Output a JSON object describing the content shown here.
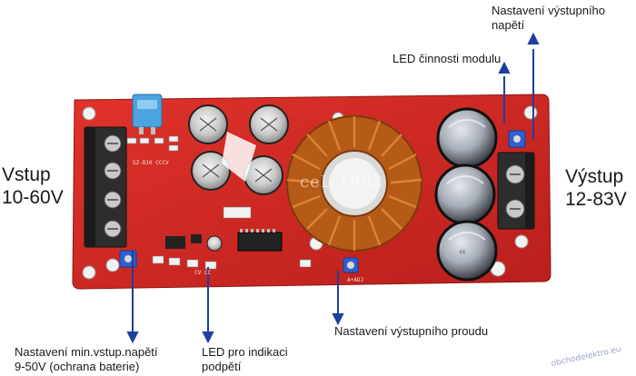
{
  "labels": {
    "output_voltage_adjust": [
      "Nastavení výstupního",
      "napětí"
    ],
    "module_activity_led": "LED činnosti modulu",
    "input": [
      "Vstup",
      "10-60V"
    ],
    "output": [
      "Výstup",
      "12-83V"
    ],
    "output_current_adjust": "Nastavení výstupního proudu",
    "min_input_voltage_adjust": [
      "Nastavení min.vstup.napětí",
      "9-50V (ochrana baterie)"
    ],
    "voltage_indicator_led": [
      "LED pro indikaci",
      "podpětí"
    ]
  },
  "watermark": "obchodelektro.eu",
  "board": {
    "model_text": "SZ-B10 CCCV",
    "coil_marking": "ceL 1983",
    "silkscreen_bottom": "CV   CC",
    "pot_label": "A+ADJ",
    "cap_marking": "cc"
  },
  "colors": {
    "pcb": "#d42a25",
    "arrow": "#1d3fa0",
    "terminal": "#2a2a2a",
    "fuse": "#4aa4e0",
    "copper": "#c8651c"
  }
}
